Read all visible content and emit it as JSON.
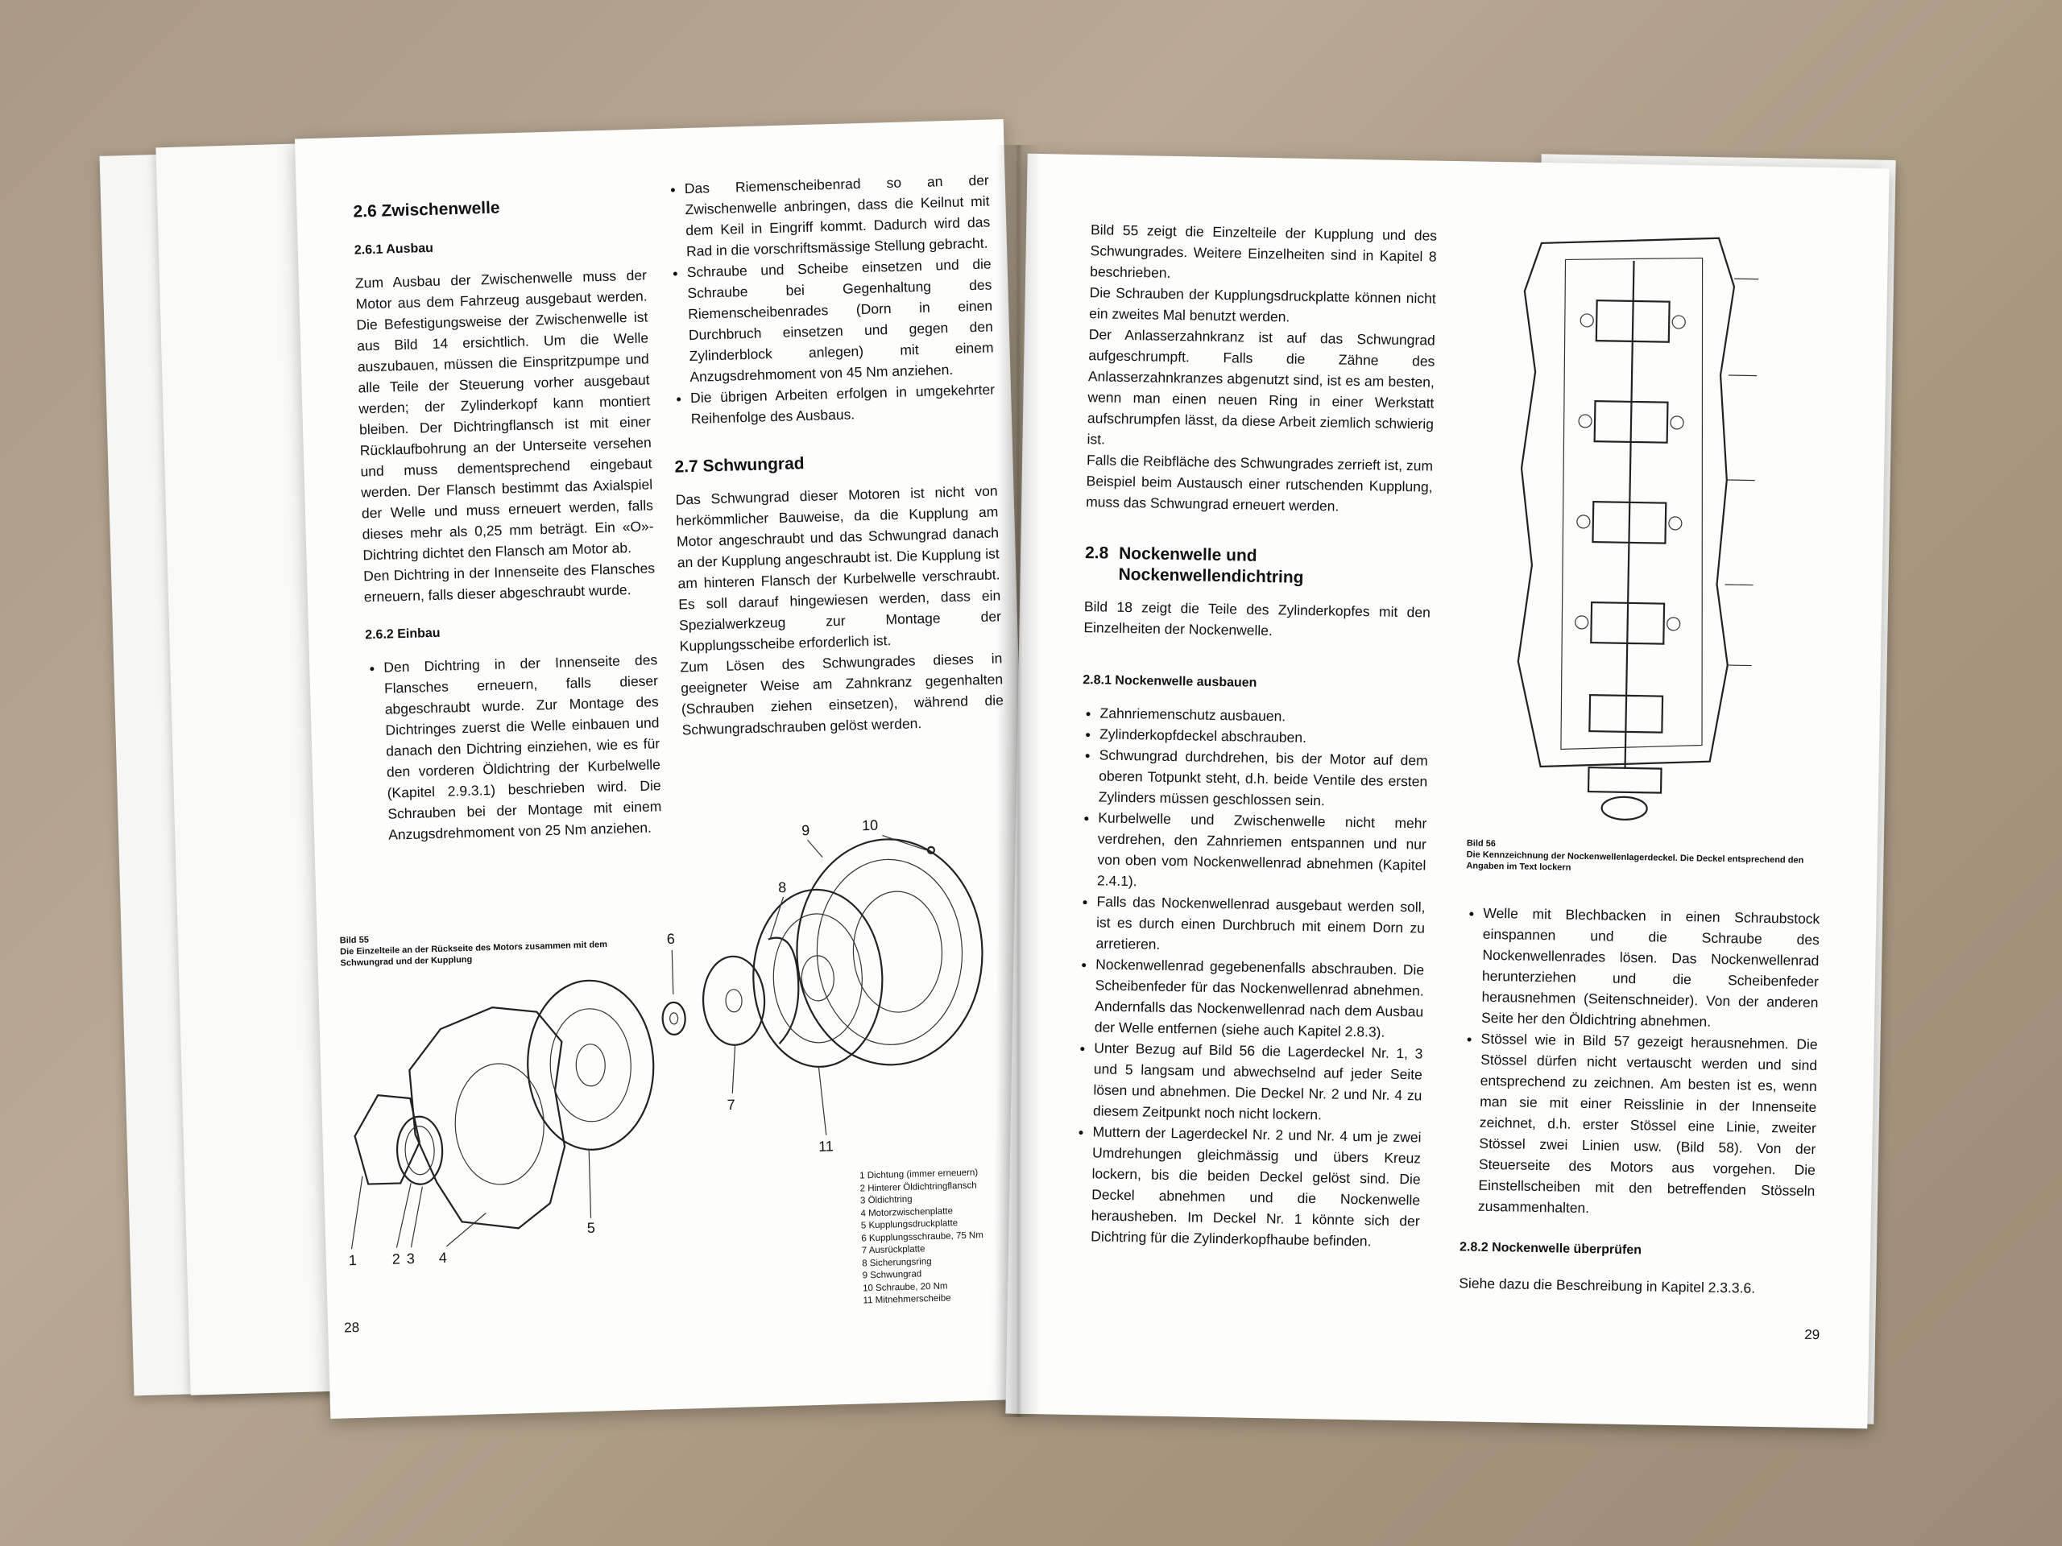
{
  "left_page": {
    "col1": {
      "heading": "2.6 Zwischenwelle",
      "sub1": "2.6.1 Ausbau",
      "p1": "Zum Ausbau der Zwischenwelle muss der Motor aus dem Fahrzeug ausgebaut werden. Die Befestigungsweise der Zwischenwelle ist aus Bild 14 ersichtlich. Um die Welle auszubauen, müssen die Einspritzpumpe und alle Teile der Steuerung vorher ausgebaut werden; der Zylinderkopf kann montiert bleiben. Der Dichtringflansch ist mit einer Rücklaufbohrung an der Unterseite versehen und muss dementsprechend eingebaut werden. Der Flansch bestimmt das Axialspiel der Welle und muss erneuert werden, falls dieses mehr als 0,25 mm beträgt. Ein «O»-Dichtring dichtet den Flansch am Motor ab.",
      "p2": "Den Dichtring in der Innenseite des Flansches erneuern, falls dieser abgeschraubt wurde.",
      "sub2": "2.6.2 Einbau",
      "b1": "Den Dichtring in der Innenseite des Flansches erneuern, falls dieser abgeschraubt wurde. Zur Montage des Dichtringes zuerst die Welle einbauen und danach den Dichtring einziehen, wie es für den vorderen Öldichtring der Kurbelwelle (Kapitel 2.9.3.1) beschrieben wird. Die Schrauben bei der Montage mit einem Anzugsdrehmoment von 25 Nm anziehen."
    },
    "col2": {
      "b1": "Das Riemenscheibenrad so an der Zwischenwelle anbringen, dass die Keilnut mit dem Keil in Eingriff kommt. Dadurch wird das Rad in die vorschriftsmässige Stellung gebracht.",
      "b2": "Schraube und Scheibe einsetzen und die Schraube bei Gegenhaltung des Riemenscheibenrades (Dorn in einen Durchbruch einsetzen und gegen den Zylinderblock anlegen) mit einem Anzugsdrehmoment von 45 Nm anziehen.",
      "b3": "Die übrigen Arbeiten erfolgen in umgekehrter Reihenfolge des Ausbaus.",
      "heading": "2.7 Schwungrad",
      "p1": "Das Schwungrad dieser Motoren ist nicht von herkömmlicher Bauweise, da die Kupplung am Motor angeschraubt und das Schwungrad danach an der Kupplung angeschraubt ist. Die Kupplung ist am hinteren Flansch der Kurbelwelle verschraubt. Es soll darauf hingewiesen werden, dass ein Spezialwerkzeug zur Montage der Kupplungsscheibe erforderlich ist.",
      "p2": "Zum Lösen des Schwungrades dieses in geeigneter Weise am Zahnkranz gegenhalten (Schrauben ziehen einsetzen), während die Schwungradschrauben gelöst werden."
    },
    "figure": {
      "caption_title": "Bild 55",
      "caption_text": "Die Einzelteile an der Rückseite des Motors zusammen mit dem Schwungrad und der Kupplung",
      "callouts": [
        "1",
        "2",
        "3",
        "4",
        "5",
        "6",
        "7",
        "8",
        "9",
        "10",
        "11"
      ],
      "legend": [
        "1 Dichtung (immer erneuern)",
        "2 Hinterer Öldichtringflansch",
        "3 Öldichtring",
        "4 Motorzwischenplatte",
        "5 Kupplungsdruckplatte",
        "6 Kupplungsschraube, 75 Nm",
        "7 Ausrückplatte",
        "8 Sicherungsring",
        "9 Schwungrad",
        "10 Schraube, 20 Nm",
        "11 Mitnehmerscheibe"
      ]
    },
    "page_number": "28"
  },
  "right_page": {
    "col1": {
      "p1": "Bild 55 zeigt die Einzelteile der Kupplung und des Schwungrades. Weitere Einzelheiten sind in Kapitel 8 beschrieben.",
      "p2": "Die Schrauben der Kupplungsdruckplatte können nicht ein zweites Mal benutzt werden.",
      "p3": "Der Anlasserzahnkranz ist auf das Schwungrad aufgeschrumpft. Falls die Zähne des Anlasserzahnkranzes abgenutzt sind, ist es am besten, wenn man einen neuen Ring in einer Werkstatt aufschrumpfen lässt, da diese Arbeit ziemlich schwierig ist.",
      "p4": "Falls die Reibfläche des Schwungrades zerrieft ist, zum Beispiel beim Austausch einer rutschenden Kupplung, muss das Schwungrad erneuert werden.",
      "heading_num": "2.8",
      "heading_l1": "Nockenwelle und",
      "heading_l2": "Nockenwellendichtring",
      "p5": "Bild 18 zeigt die Teile des Zylinderkopfes mit den Einzelheiten der Nockenwelle.",
      "sub1": "2.8.1 Nockenwelle ausbauen",
      "bullets": [
        "Zahnriemenschutz ausbauen.",
        "Zylinderkopfdeckel abschrauben.",
        "Schwungrad durchdrehen, bis der Motor auf dem oberen Totpunkt steht, d.h. beide Ventile des ersten Zylinders müssen geschlossen sein.",
        "Kurbelwelle und Zwischenwelle nicht mehr verdrehen, den Zahnriemen entspannen und nur von oben vom Nockenwellenrad abnehmen (Kapitel 2.4.1).",
        "Falls das Nockenwellenrad ausgebaut werden soll, ist es durch einen Durchbruch mit einem Dorn zu arretieren.",
        "Nockenwellenrad gegebenenfalls abschrauben. Die Scheibenfeder für das Nockenwellenrad abnehmen. Andernfalls das Nockenwellenrad nach dem Ausbau der Welle entfernen (siehe auch Kapitel 2.8.3).",
        "Unter Bezug auf Bild 56 die Lagerdeckel Nr. 1, 3 und 5 langsam und abwechselnd auf jeder Seite lösen und abnehmen. Die Deckel Nr. 2 und Nr. 4 zu diesem Zeitpunkt noch nicht lockern.",
        "Muttern der Lagerdeckel Nr. 2 und Nr. 4 um je zwei Umdrehungen gleichmässig und übers Kreuz lockern, bis die beiden Deckel gelöst sind. Die Deckel abnehmen und die Nockenwelle herausheben. Im Deckel Nr. 1 könnte sich der Dichtring für die Zylinderkopfhaube befinden."
      ]
    },
    "figure": {
      "caption_title": "Bild 56",
      "caption_text": "Die Kennzeichnung der Nockenwellenlagerdeckel. Die Deckel entsprechend den Angaben im Text lockern"
    },
    "col2": {
      "bullets": [
        "Welle mit Blechbacken in einen Schraubstock einspannen und die Schraube des Nockenwellenrades lösen. Das Nockenwellenrad herunterziehen und die Scheibenfeder herausnehmen (Seitenschneider). Von der anderen Seite her den Öldichtring abnehmen.",
        "Stössel wie in Bild 57 gezeigt herausnehmen. Die Stössel dürfen nicht vertauscht werden und sind entsprechend zu zeichnen. Am besten ist es, wenn man sie mit einer Reisslinie in der Innenseite zeichnet, d.h. erster Stössel eine Linie, zweiter Stössel zwei Linien usw. (Bild 58). Von der Steuerseite des Motors aus vorgehen. Die Einstellscheiben mit den betreffenden Stösseln zusammenhalten."
      ],
      "sub": "2.8.2 Nockenwelle überprüfen",
      "p1": "Siehe dazu die Beschreibung in Kapitel 2.3.3.6."
    },
    "page_number": "29"
  }
}
